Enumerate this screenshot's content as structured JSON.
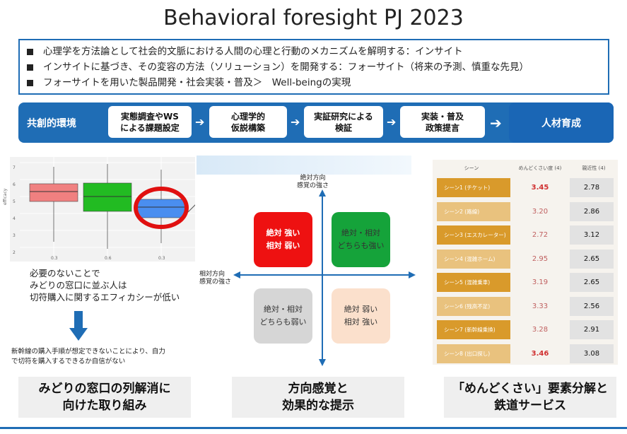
{
  "title": "Behavioral foresight PJ 2023",
  "summary": [
    "心理学を方法論として社会的文脈における人間の心理と行動のメカニズムを解明する：インサイト",
    "インサイトに基づき、その変容の方法（ソリューション）を開発する：フォーサイト（将来の予測、慎重な先見）",
    "フォーサイトを用いた製品開発・社会実装・普及＞　Well-beingの実現"
  ],
  "flow": {
    "label": "共創的環境",
    "steps": [
      "実態調査やWS\nによる課題設定",
      "心理学的\n仮説構築",
      "実証研究による\n検証",
      "実装・普及\n政策提言"
    ],
    "final": "人材育成"
  },
  "left": {
    "boxplot_ylabel": "efficacy",
    "y_ticks": [
      "7",
      "6",
      "5",
      "4",
      "3",
      "2"
    ],
    "x_ticks": [
      "0.3",
      "0.6",
      "0.3"
    ],
    "caption": [
      "必要のないことで",
      "みどりの窓口に並ぶ人は",
      "切符購入に関するエフィカシーが低い"
    ],
    "note": [
      "新幹線の購入手順が想定できないことにより、自力",
      "で切符を購入するできるか自信がない"
    ],
    "footer": [
      "みどりの窓口の列解消に",
      "向けた取り組み"
    ]
  },
  "middle": {
    "y_axis": [
      "絶対方向",
      "感覚の強さ"
    ],
    "x_axis": [
      "相対方向",
      "感覚の強さ"
    ],
    "quadrants": [
      {
        "lines": [
          "絶対 強い",
          "相対 弱い"
        ],
        "bg": "#ee1111",
        "fg": "#ffffff"
      },
      {
        "lines": [
          "絶対・相対",
          "どちらも強い"
        ],
        "bg": "#15a33a",
        "fg": "#333333"
      },
      {
        "lines": [
          "絶対・相対",
          "どちらも弱い"
        ],
        "bg": "#d6d6d6",
        "fg": "#333333"
      },
      {
        "lines": [
          "絶対 弱い",
          "相対 強い"
        ],
        "bg": "#fbe0cc",
        "fg": "#333333"
      }
    ],
    "footer": [
      "方向感覚と",
      "効果的な提示"
    ]
  },
  "right": {
    "headers": [
      "シーン",
      "めんどくさい度 (4)",
      "親近性 (4)"
    ],
    "rows": [
      {
        "scene": "シーン1 (チケット)",
        "mendo": "3.45",
        "shin": "2.78"
      },
      {
        "scene": "シーン2 (路線)",
        "mendo": "3.20",
        "shin": "2.86"
      },
      {
        "scene": "シーン3 (エスカレーター)",
        "mendo": "2.72",
        "shin": "3.12"
      },
      {
        "scene": "シーン4 (混雑ホーム)",
        "mendo": "2.95",
        "shin": "2.65"
      },
      {
        "scene": "シーン5 (混雑乗車)",
        "mendo": "3.19",
        "shin": "2.65"
      },
      {
        "scene": "シーン6 (残高不足)",
        "mendo": "3.33",
        "shin": "2.56"
      },
      {
        "scene": "シーン7 (新幹線乗換)",
        "mendo": "3.28",
        "shin": "2.91"
      },
      {
        "scene": "シーン8 (出口探し)",
        "mendo": "3.46",
        "shin": "3.08"
      }
    ],
    "footer": [
      "「めんどくさい」要素分解と",
      "鉄道サービス"
    ]
  },
  "colors": {
    "brand_blue": "#1f6db5",
    "box_red": "#f08080",
    "box_green": "#22bb22",
    "box_blue": "#4a8ef0",
    "highlight_ring": "#e01010",
    "row_dark": "#d99a2b",
    "row_light": "#e9c27e"
  }
}
